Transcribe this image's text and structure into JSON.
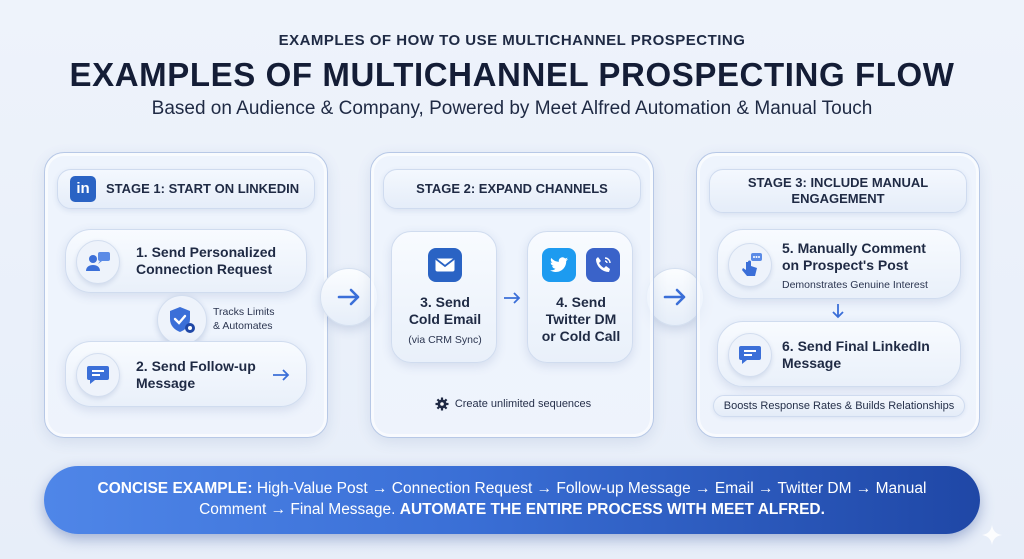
{
  "header": {
    "supertitle": "EXAMPLES OF HOW TO USE MULTICHANNEL PROSPECTING",
    "title": "EXAMPLES OF MULTICHANNEL PROSPECTING FLOW",
    "subtitle": "Based on Audience & Company, Powered by Meet Alfred Automation & Manual Touch"
  },
  "stage1": {
    "header_badge": "in",
    "header": "STAGE 1: START ON LINKEDIN",
    "step1": {
      "line1": "1. Send Personalized",
      "line2": "Connection Request"
    },
    "tracker": {
      "line1": "Tracks Limits",
      "line2": "& Automates"
    },
    "step2": {
      "line1": "2. Send Follow-up",
      "line2": "Message"
    }
  },
  "stage2": {
    "header": "STAGE 2: EXPAND CHANNELS",
    "step3": {
      "line1": "3. Send",
      "line2": "Cold Email",
      "note": "(via CRM Sync)"
    },
    "step4": {
      "line1": "4. Send",
      "line2": "Twitter DM",
      "line3": "or Cold Call"
    },
    "footer": "Create unlimited sequences"
  },
  "stage3": {
    "header_line1": "STAGE 3: INCLUDE MANUAL",
    "header_line2": "ENGAGEMENT",
    "step5": {
      "line1": "5. Manually Comment",
      "line2": "on Prospect's Post",
      "note": "Demonstrates Genuine Interest"
    },
    "step6": {
      "line1": "6. Send Final LinkedIn",
      "line2": "Message"
    },
    "footer": "Boosts Response Rates & Builds Relationships"
  },
  "bottom": {
    "label": "CONCISE EXAMPLE:",
    "flow": " High-Value Post → Connection Request → Follow-up Message → Email → Twitter DM → Manual Comment → Final Message. ",
    "cta": "AUTOMATE THE ENTIRE PROCESS WITH MEET ALFRED."
  },
  "colors": {
    "accent": "#3b6fd8",
    "linkedin": "#2a63c4",
    "twitter": "#1d9bf0",
    "bar_start": "#4f86e8",
    "bar_end": "#1f47a6"
  }
}
